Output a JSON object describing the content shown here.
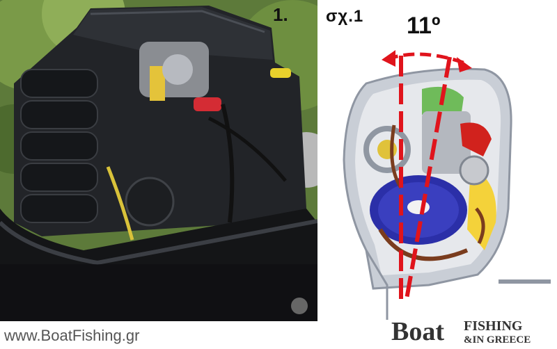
{
  "labels": {
    "figure_number": "1.",
    "figure_ref": "σχ.1",
    "angle": "11º"
  },
  "footer": {
    "website": "www.BoatFishing.gr"
  },
  "logo": {
    "word_main": "Boat",
    "word_fishing": "FISHING",
    "word_sub": "&IN GREECE"
  },
  "colors": {
    "engine_dark": "#222428",
    "cowling_grey": "#c9ced6",
    "flywheel_blue": "#2b2fa8",
    "tilt_red": "#e0141c",
    "plant_green": "#6a8f3a"
  },
  "icons": [
    "engine-photo",
    "cowling-diagram",
    "tilt-arrow-icon"
  ]
}
